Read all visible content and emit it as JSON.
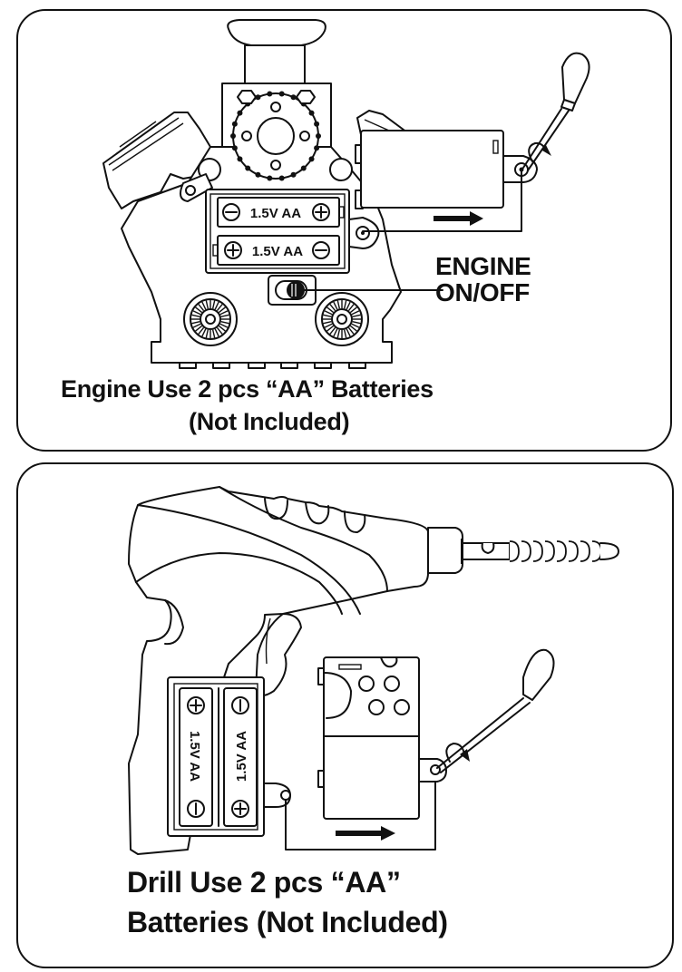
{
  "engine_panel": {
    "caption_line_1": "Engine Use 2 pcs “AA” Batteries",
    "caption_line_2": "(Not Included)",
    "switch_label_line_1": "ENGINE",
    "switch_label_line_2": "ON/OFF",
    "batteries": [
      {
        "label": "1.5V AA",
        "left_terminal": "−",
        "right_terminal": "+"
      },
      {
        "label": "1.5V AA",
        "left_terminal": "+",
        "right_terminal": "−"
      }
    ],
    "icons": [
      "screwdriver-icon",
      "rotate-arrow-icon",
      "slide-arrow-right-icon",
      "power-switch-icon"
    ]
  },
  "drill_panel": {
    "caption_line_1": "Drill Use 2 pcs “AA”",
    "caption_line_2": "Batteries (Not Included)",
    "batteries": [
      {
        "label": "1.5V AA",
        "top_terminal": "+",
        "bottom_terminal": "−"
      },
      {
        "label": "1.5V AA",
        "top_terminal": "−",
        "bottom_terminal": "+"
      }
    ],
    "icons": [
      "screwdriver-icon",
      "rotate-arrow-icon",
      "slide-arrow-right-icon"
    ]
  },
  "colors": {
    "ink": "#111111",
    "paper": "#ffffff"
  }
}
